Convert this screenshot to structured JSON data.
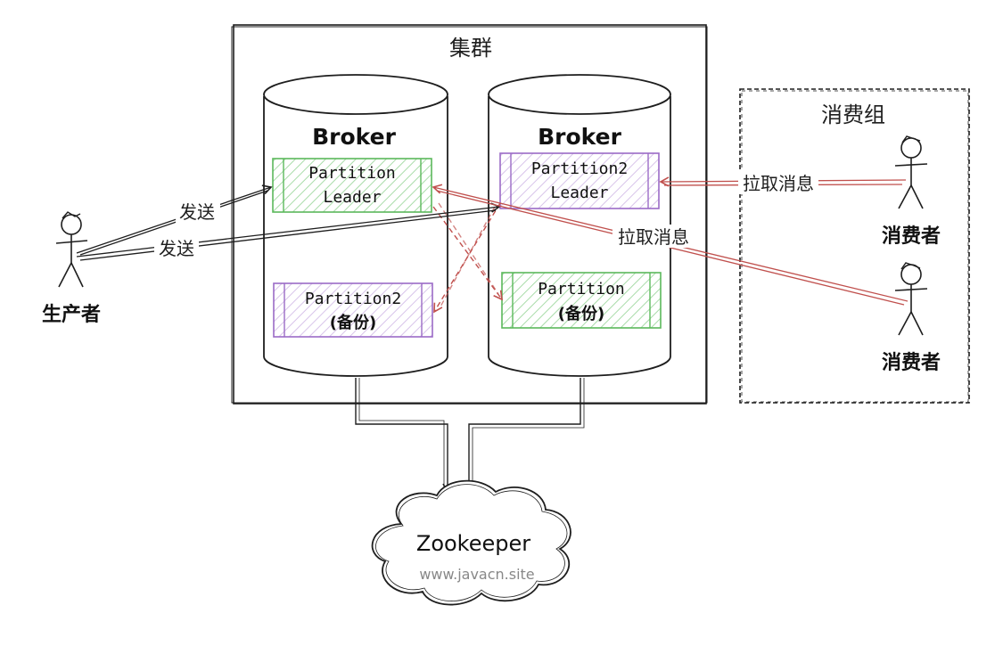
{
  "cluster": {
    "label": "集群"
  },
  "brokers": [
    {
      "title": "Broker",
      "leader": [
        "Partition",
        "Leader"
      ],
      "backup": [
        "Partition2",
        "(备份)"
      ]
    },
    {
      "title": "Broker",
      "leader": [
        "Partition2",
        "Leader"
      ],
      "backup": [
        "Partition",
        "(备份)"
      ]
    }
  ],
  "producer": {
    "label": "生产者"
  },
  "send_labels": [
    "发送",
    "发送"
  ],
  "consumer_group": {
    "label": "消费组"
  },
  "consumers": [
    {
      "label": "消费者"
    },
    {
      "label": "消费者"
    }
  ],
  "pull_labels": [
    "拉取消息",
    "拉取消息"
  ],
  "zookeeper": {
    "label": "Zookeeper",
    "url": "www.javacn.site"
  },
  "colors": {
    "leader_green": "#5bb85b",
    "backup_purple": "#9b6bc6",
    "pull_red": "#c0504d",
    "line": "#1e1e1e",
    "watermark": "#888888"
  }
}
